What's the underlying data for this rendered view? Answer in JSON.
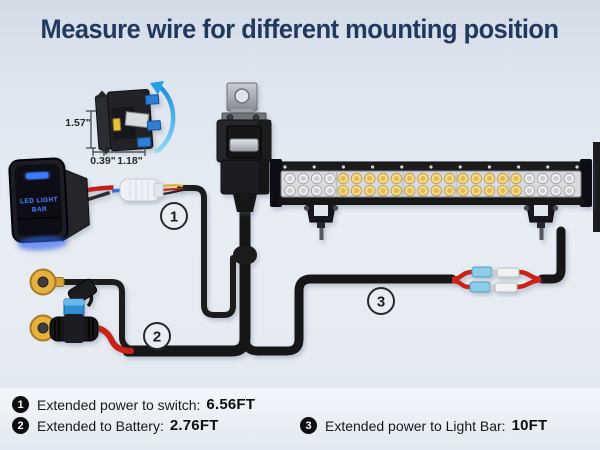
{
  "title": "Measure wire for different mounting position",
  "spec_diagram": {
    "height_label": "1.57\"",
    "width_a_label": "0.39\"",
    "width_b_label": "1.18\""
  },
  "rocker_switch": {
    "face_line1": "LED LIGHT",
    "face_line2": "BAR"
  },
  "markers": {
    "m1": "1",
    "m2": "2",
    "m3": "3"
  },
  "legend": {
    "items": [
      {
        "num": "1",
        "label": "Extended power to switch:",
        "value": "6.56FT"
      },
      {
        "num": "2",
        "label": "Extended to Battery:",
        "value": "2.76FT"
      },
      {
        "num": "3",
        "label": "Extended power to Light Bar:",
        "value": "10FT"
      }
    ]
  },
  "light_bar": {
    "rows": 2,
    "columns": 22,
    "white_cols_each_side": 4
  },
  "colors": {
    "title_navy": "#22395f",
    "wire_black": "#1a1a1c",
    "wire_red": "#c92418",
    "ring_terminal_gold": "#e7b13f",
    "fuse_blue": "#2f8fd6",
    "connector_blue": "#8ecde8",
    "connector_white": "#f1f1f1",
    "arrow_blue": "#2fa3e6",
    "switch_led_blue": "#4a7dff",
    "led_white": "#ececec",
    "led_amber": "#f2d98c"
  }
}
